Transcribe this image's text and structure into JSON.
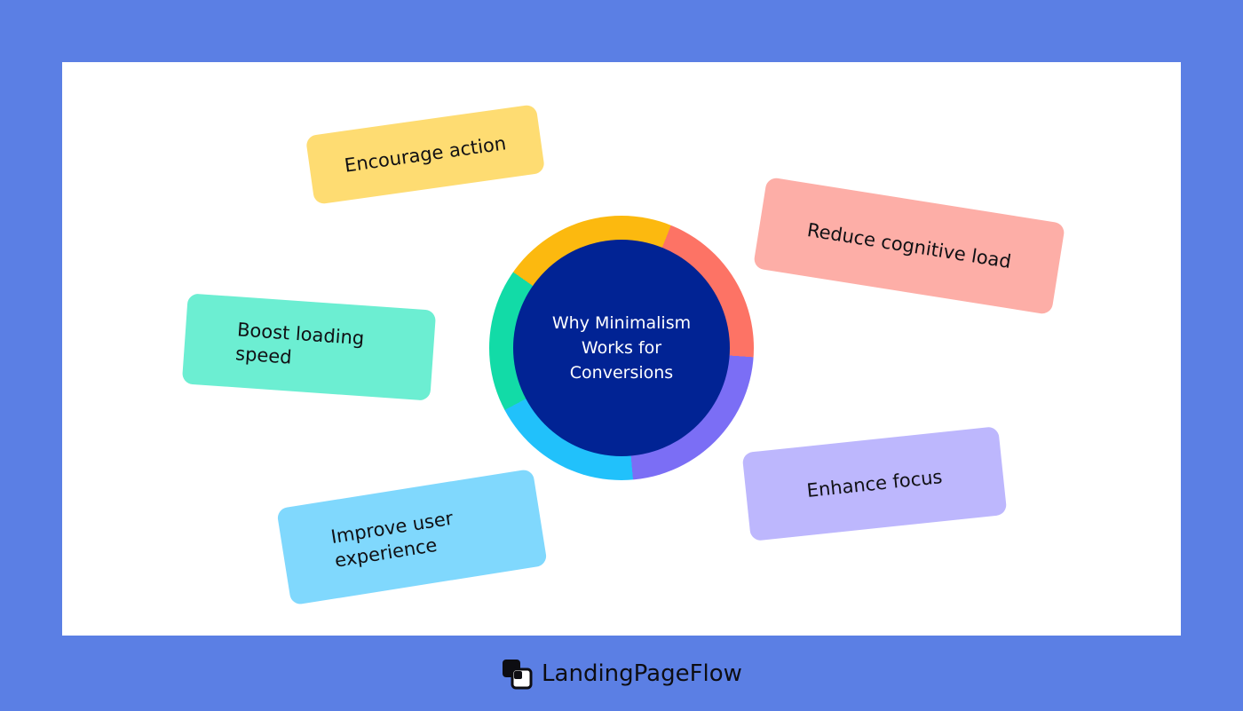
{
  "center": {
    "title": "Why Minimalism\nWorks for\nConversions"
  },
  "cards": [
    {
      "id": "encourage",
      "label": "Encourage action",
      "color": "#fedc72"
    },
    {
      "id": "reduce",
      "label": "Reduce cognitive load",
      "color": "#fdaea7"
    },
    {
      "id": "boost",
      "label": "Boost loading\nspeed",
      "color": "#6ceed2"
    },
    {
      "id": "enhance",
      "label": "Enhance focus",
      "color": "#bdb7fd"
    },
    {
      "id": "improve",
      "label": "Improve user\nexperience",
      "color": "#80d8fd"
    }
  ],
  "ring_colors": [
    "#fcb90f",
    "#fd7365",
    "#7b6ef5",
    "#21c1fb",
    "#12dba7"
  ],
  "center_color": "#012394",
  "brand": {
    "name": "LandingPageFlow",
    "logo_icon": "overlapping-squares-logo"
  }
}
